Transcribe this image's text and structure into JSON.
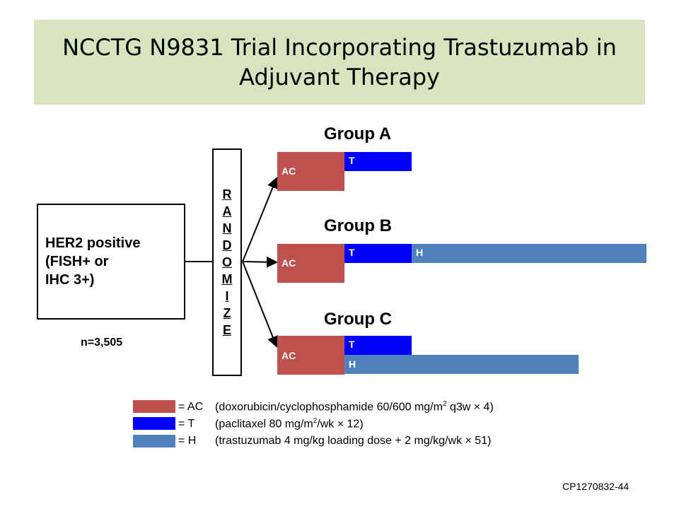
{
  "title": {
    "line1": "NCCTG N9831 Trial Incorporating Trastuzumab in",
    "line2": "Adjuvant Therapy"
  },
  "population": {
    "line1": "HER2 positive",
    "line2": "(FISH+ or",
    "line3": "IHC 3+)",
    "n": "n=3,505"
  },
  "randomize": [
    "R",
    "A",
    "N",
    "D",
    "O",
    "M",
    "I",
    "Z",
    "E"
  ],
  "groups": {
    "a": {
      "title": "Group A",
      "ac": "AC",
      "t": "T"
    },
    "b": {
      "title": "Group B",
      "ac": "AC",
      "t": "T",
      "h": "H"
    },
    "c": {
      "title": "Group C",
      "ac": "AC",
      "t": "T",
      "h": "H"
    }
  },
  "legend": {
    "ac": {
      "code": "= AC",
      "desc_pre": "(doxorubicin/cyclophosphamide 60/600 mg/m",
      "sup": "2",
      "desc_post": " q3w × 4)"
    },
    "t": {
      "code": "= T",
      "desc_pre": "(paclitaxel 80 mg/m",
      "sup": "2",
      "desc_post": "/wk × 12)"
    },
    "h": {
      "code": "= H",
      "desc": "(trastuzumab 4 mg/kg loading dose + 2 mg/kg/wk × 51)"
    }
  },
  "colors": {
    "title_bg": "#d7e4bd",
    "ac": "#c0504d",
    "t": "#0000ff",
    "h": "#4f81bd"
  },
  "footer_code": "CP1270832-44"
}
